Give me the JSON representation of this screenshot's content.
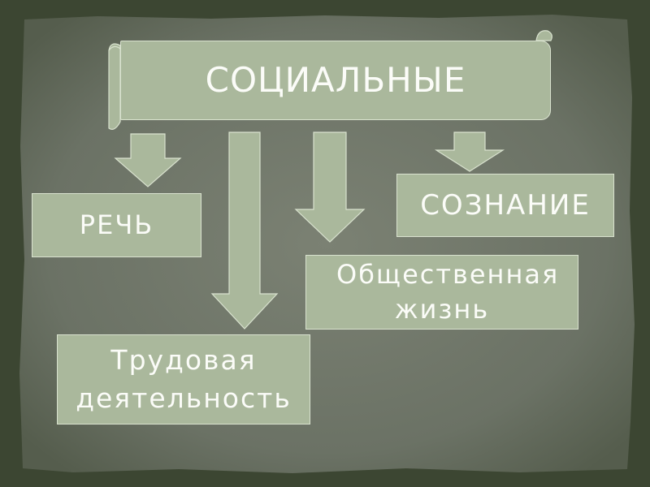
{
  "diagram": {
    "title": "СОЦИАЛЬНЫЕ",
    "nodes": {
      "speech": "РЕЧЬ",
      "consciousness": "СОЗНАНИЕ",
      "social_life": "Общественная жизнь",
      "labor": "Трудовая деятельность"
    },
    "edges": [
      {
        "from": "СОЦИАЛЬНЫЕ",
        "to": "РЕЧЬ"
      },
      {
        "from": "СОЦИАЛЬНЫЕ",
        "to": "Трудовая деятельность"
      },
      {
        "from": "СОЦИАЛЬНЫЕ",
        "to": "Общественная жизнь"
      },
      {
        "from": "СОЦИАЛЬНЫЕ",
        "to": "СОЗНАНИЕ"
      }
    ]
  },
  "colors": {
    "frame": "#3c4632",
    "panel": "#6f7669",
    "box_fill": "#aab89c",
    "box_border": "#d9e2cf",
    "text": "#fbfcf8"
  }
}
